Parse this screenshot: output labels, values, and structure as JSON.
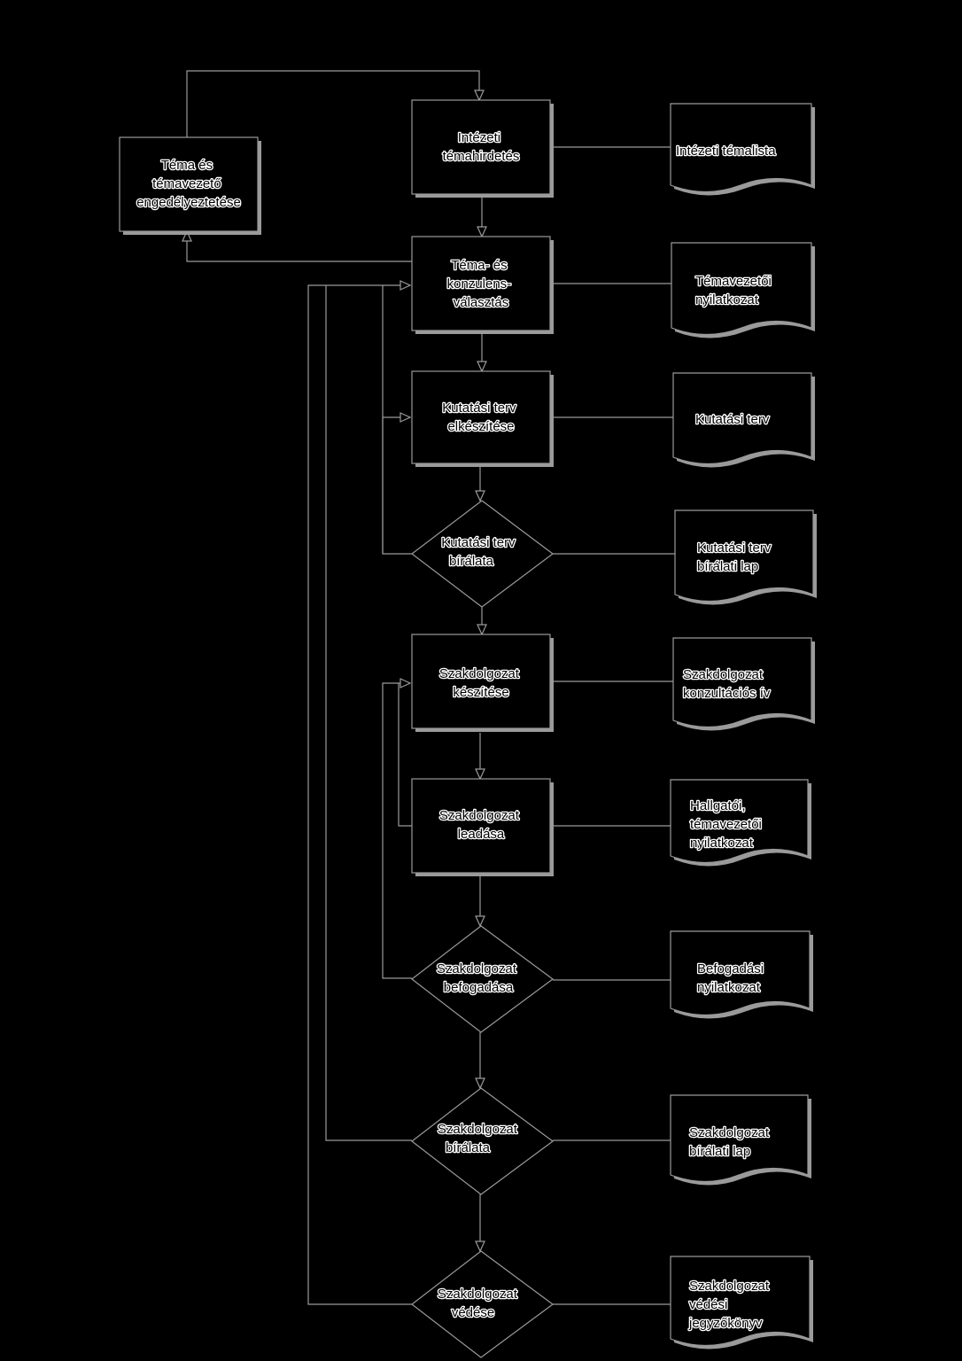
{
  "process_nodes": {
    "tema_engedelyeztetes": {
      "lines": [
        "Téma és",
        "témavezető",
        "engedélyeztetése"
      ]
    },
    "intezeti_temahirdetes": {
      "lines": [
        "Intézeti",
        "témahirdetés"
      ]
    },
    "tema_konzulens_valasztas": {
      "lines": [
        "Téma- és",
        "konzulens-",
        "választás"
      ]
    },
    "kutatasi_terv_elkeszitese": {
      "lines": [
        "Kutatási terv",
        "elkészítése"
      ]
    },
    "kutatasi_terv_biralata": {
      "lines": [
        "Kutatási terv",
        "bírálata"
      ]
    },
    "szakdolgozat_keszitese": {
      "lines": [
        "Szakdolgozat",
        "készítése"
      ]
    },
    "szakdolgozat_leadasa": {
      "lines": [
        "Szakdolgozat",
        "leadása"
      ]
    },
    "szakdolgozat_befogadasa": {
      "lines": [
        "Szakdolgozat",
        "befogadása"
      ]
    },
    "szakdolgozat_biralata": {
      "lines": [
        "Szakdolgozat",
        "bírálata"
      ]
    },
    "szakdolgozat_vedese": {
      "lines": [
        "Szakdolgozat",
        "védése"
      ]
    }
  },
  "documents": {
    "intezeti_temalista": {
      "lines": [
        "Intézeti témalista"
      ]
    },
    "temavezetoi_nyilatkozat": {
      "lines": [
        "Témavezetői",
        "nyilatkozat"
      ]
    },
    "kutatasi_terv": {
      "lines": [
        "Kutatási terv"
      ]
    },
    "kutatasi_terv_biralati_lap": {
      "lines": [
        "Kutatási terv",
        "bírálati lap"
      ]
    },
    "konzultacios_iv": {
      "lines": [
        "Szakdolgozat",
        "konzultációs ív"
      ]
    },
    "hallgatoi_nyilatkozat": {
      "lines": [
        "Hallgatói,",
        "témavezetői",
        "nyilatkozat"
      ]
    },
    "befogadasi_nyilatkozat": {
      "lines": [
        "Befogadási",
        "nyilatkozat"
      ]
    },
    "szakdolgozat_biralati_lap": {
      "lines": [
        "Szakdolgozat",
        "bírálati lap"
      ]
    },
    "vedesi_jegyzokonyv": {
      "lines": [
        "Szakdolgozat",
        "védési",
        "jegyzőkönyv"
      ]
    }
  },
  "colors": {
    "background": "#000000",
    "line": "#9a9a9a",
    "text_fill": "#000000",
    "text_outline": "#ffffff"
  }
}
